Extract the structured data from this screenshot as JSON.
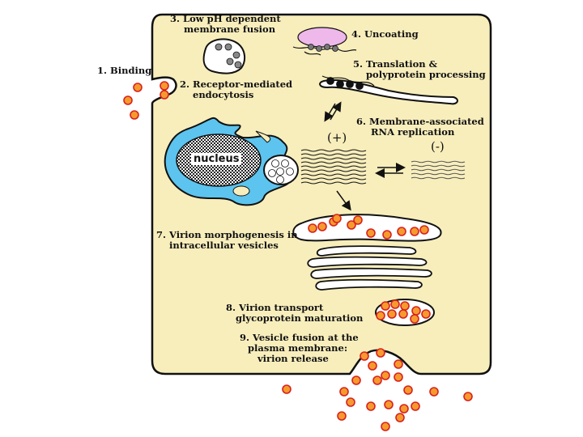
{
  "steps": {
    "s1": "1. Binding",
    "s2a": "2. Receptor-mediated",
    "s2b": "endocytosis",
    "s3a": "3. Low pH dependent",
    "s3b": "membrane fusion",
    "s4": "4. Uncoating",
    "s5a": "5. Translation &",
    "s5b": "polyprotein processing",
    "s6a": "6. Membrane-associated",
    "s6b": "RNA replication",
    "s7a": "7. Virion morphogenesis in",
    "s7b": "intracellular vesicles",
    "s8a": "8. Virion transport",
    "s8b": "glycoprotein maturation",
    "s9a": "9. Vesicle fusion at the",
    "s9b": "plasma membrane:",
    "s9c": "virion release"
  },
  "strands": {
    "plus": "(+)",
    "minus": "(-)"
  },
  "nucleus_label": "nucleus",
  "colors": {
    "cell_fill": "#f8eebc",
    "er_fill": "#5cc4ee",
    "virion_fill": "#f59a2c",
    "virion_ring": "#d9201e",
    "capsid_fill": "#eeb8ea",
    "outline": "#111111"
  }
}
